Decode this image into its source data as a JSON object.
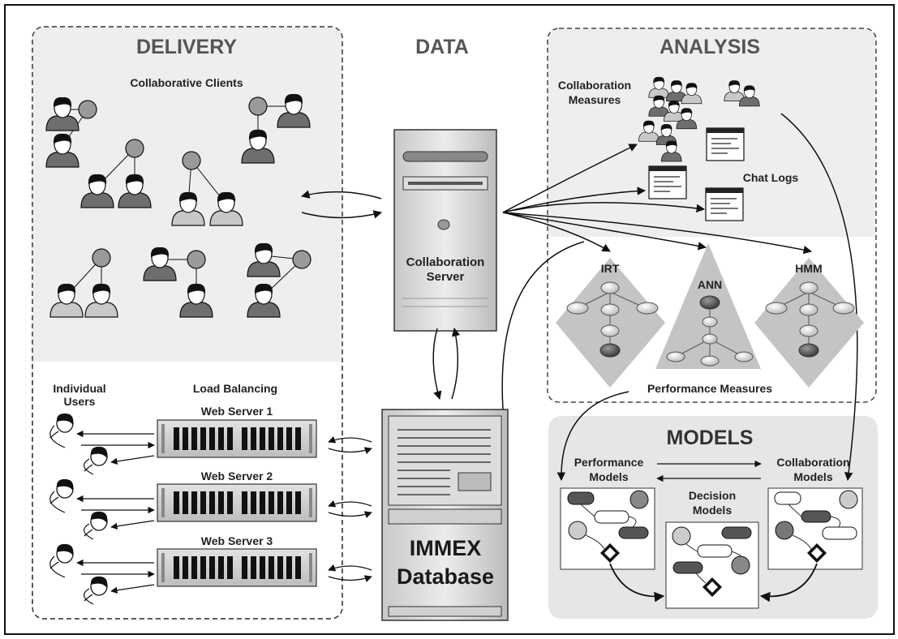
{
  "sections": {
    "delivery": "DELIVERY",
    "data": "DATA",
    "analysis": "ANALYSIS",
    "models": "MODELS"
  },
  "delivery": {
    "collaborative_clients": "Collaborative Clients",
    "individual_users_line1": "Individual",
    "individual_users_line2": "Users",
    "load_balancing": "Load Balancing",
    "web_servers": [
      "Web Server 1",
      "Web Server 2",
      "Web Server 3"
    ]
  },
  "data": {
    "server_line1": "Collaboration",
    "server_line2": "Server",
    "db_line1": "IMMEX",
    "db_line2": "Database"
  },
  "analysis": {
    "collab_measures_line1": "Collaboration",
    "collab_measures_line2": "Measures",
    "chat_logs": "Chat Logs",
    "irt": "IRT",
    "ann": "ANN",
    "hmm": "HMM",
    "performance_measures": "Performance Measures"
  },
  "models": {
    "perf_line1": "Performance",
    "perf_line2": "Models",
    "collab_line1": "Collaboration",
    "collab_line2": "Models",
    "decision_line1": "Decision",
    "decision_line2": "Models"
  },
  "colors": {
    "panel": "#eeeeee",
    "models_panel": "#e6e6e6",
    "person_dark": "#6e6e6e",
    "person_light": "#c8c8c8",
    "node": "#9a9a9a"
  }
}
